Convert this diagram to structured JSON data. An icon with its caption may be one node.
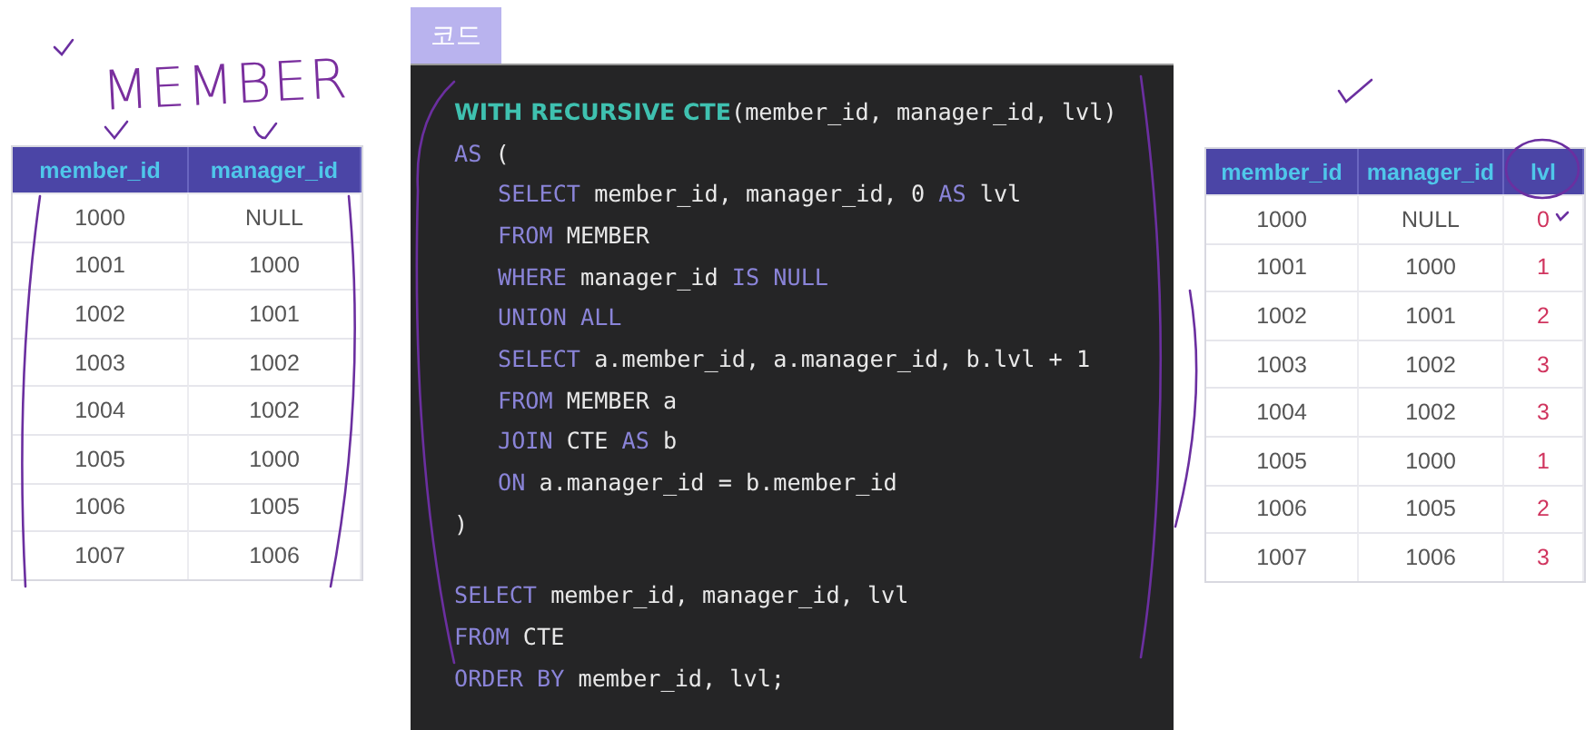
{
  "diagram": {
    "nodes": [
      {
        "text": [
          "코드",
          "**WITH RECURSIVE CTE**(member_id, manager_id, lvl)",
          "*AS* (",
          "*SELECT* member_id, manager_id, 0 *AS* lvl",
          "*FROM* MEMBER",
          "*WHERE* manager_id *IS NULL*",
          "*UNION ALL*",
          "*SELECT* a.member_id, a.manager_id, b.lvl + 1",
          "*FROM* MEMBER a",
          "*JOIN* CTE *AS* b",
          "*ON* a.manager_id = b.member_id",
          ")",
          "*SELECT* member_id, manager_id, lvl",
          "*FROM* CTE",
          "*ORDER BY* member_id, lvl;"
        ]
      }
    ],
    "labels": [
      "MEMBER",
      "member_id",
      "manager_id",
      "1000",
      "NULL",
      "1001",
      "1000",
      "1002",
      "1001",
      "1003",
      "1002",
      "1004",
      "1002",
      "1005",
      "1000",
      "1006",
      "1005",
      "1007",
      "1006",
      "member_id",
      "manager_id",
      "lvl",
      "1000",
      "NULL",
      "0",
      "1001",
      "1000",
      "1",
      "1002",
      "1001",
      "2",
      "1003",
      "1002",
      "3",
      "1004",
      "1002",
      "3",
      "1005",
      "1000",
      "1",
      "1006",
      "1005",
      "2",
      "1007",
      "1006",
      "3"
    ]
  }
}
